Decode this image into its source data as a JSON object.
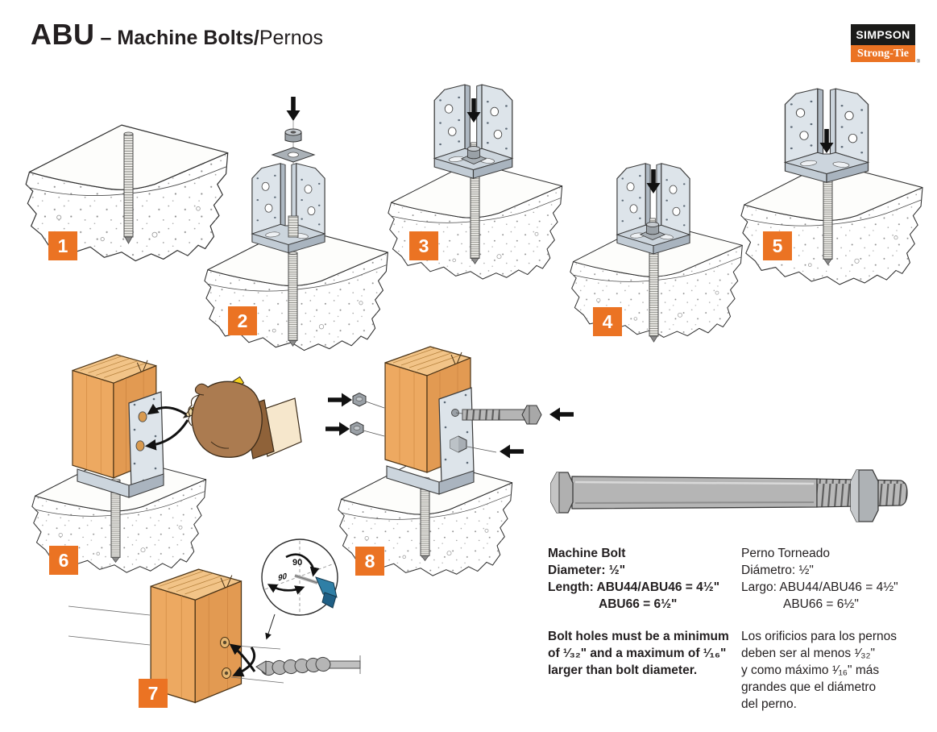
{
  "header": {
    "model": "ABU",
    "dash": "–",
    "title_bold": "Machine Bolts",
    "slash": "/",
    "title_regular": "Pernos",
    "logo": {
      "top": "SIMPSON",
      "bottom": "Strong-Tie",
      "registered": "®"
    }
  },
  "colors": {
    "accent_orange": "#EB7323",
    "logo_black": "#1B1B19",
    "wood_orange": "#EDA961",
    "metal_gray": "#DDE4EA",
    "bolt_gray": "#B5B5B5"
  },
  "steps": [
    {
      "number": "1"
    },
    {
      "number": "2"
    },
    {
      "number": "3"
    },
    {
      "number": "4"
    },
    {
      "number": "5"
    },
    {
      "number": "6"
    },
    {
      "number": "7"
    },
    {
      "number": "8"
    }
  ],
  "inset": {
    "angle_front": "90",
    "angle_side": "90"
  },
  "specs": {
    "en": {
      "heading": "Machine Bolt",
      "diameter": "Diameter: ½\"",
      "length_line1": "Length: ABU44/ABU46 = 4½\"",
      "length_line2": "ABU66 = 6½\"",
      "note_lines": [
        "Bolt holes must be a minimum",
        "of ¹⁄₃₂\" and a maximum of ¹⁄₁₆\"",
        "larger than bolt diameter."
      ]
    },
    "es": {
      "heading": "Perno Torneado",
      "diameter": "Diámetro: ½\"",
      "length_line1": "Largo: ABU44/ABU46 = 4½\"",
      "length_line2": "ABU66 = 6½\"",
      "note_lines": [
        "Los orificios para los pernos",
        "deben ser al menos ¹⁄₃₂\"",
        "y como máximo ¹⁄₁₆\" más",
        "grandes que el diámetro",
        "del perno."
      ]
    }
  }
}
